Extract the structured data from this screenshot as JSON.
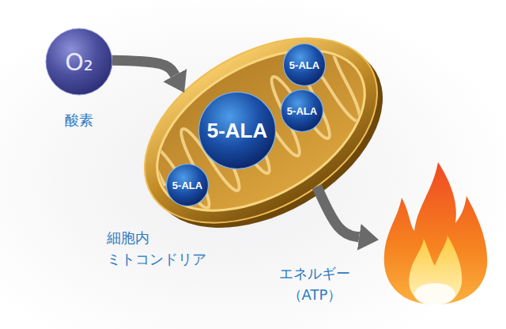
{
  "diagram": {
    "nodes": [
      {
        "text": [
          "O₂",
          "酸素"
        ]
      },
      {
        "text": [
          "細胞内 ミトコンドリア"
        ]
      },
      {
        "text": [
          "5-ALA"
        ],
        "in": 1
      },
      {
        "text": [
          "5-ALA"
        ],
        "in": 1
      },
      {
        "text": [
          "5-ALA"
        ],
        "in": 1
      },
      {
        "text": [
          "5-ALA"
        ],
        "in": 1
      },
      {
        "text": [
          "エネルギー （ATP）"
        ]
      }
    ],
    "edges": [
      {
        "from": 0,
        "to": 1,
        "arrow": "to"
      },
      {
        "from": 1,
        "to": 6,
        "arrow": "to"
      }
    ]
  }
}
